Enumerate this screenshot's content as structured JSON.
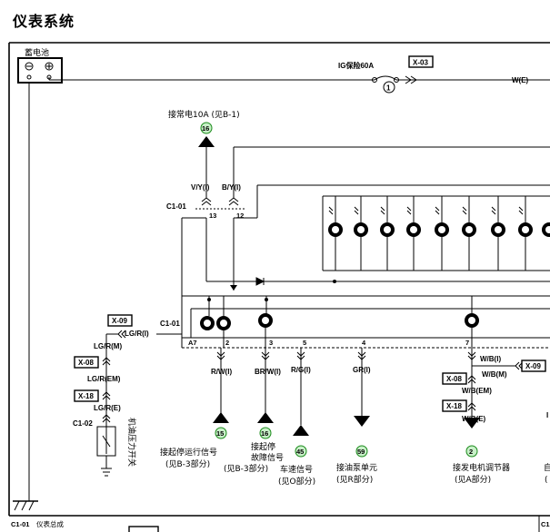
{
  "title": "仪表系统",
  "battery": "蓄电池",
  "fuse": "IG保险60A",
  "fuse_num": "1",
  "x03": "X-03",
  "w_e": "W(E)",
  "const_power": "接常电10A (见B-1)",
  "const_power_num": "16",
  "vy": "V/Y(I)",
  "by": "B/Y(I)",
  "c101": "C1-01",
  "pin13": "13",
  "pin12": "12",
  "pin_a7": "A7",
  "pin2": "2",
  "pin3": "3",
  "pin5": "5",
  "pin4": "4",
  "pin7": "7",
  "x09": "X-09",
  "x08": "X-08",
  "x18": "X-18",
  "lgr_i": "LG/R(I)",
  "lgr_m": "LG/R(M)",
  "lgr_em": "LG/R(EM)",
  "lgr_e": "LG/R(E)",
  "c102": "C1-02",
  "oil_switch": "机油压力开关",
  "rw": "R/W(I)",
  "brw": "BR/W(I)",
  "rg": "R/G(I)",
  "gr": "GR(I)",
  "wb_i": "W/B(I)",
  "wb_m": "W/B(M)",
  "wb_em": "W/B(EM)",
  "wb_e": "W/B(E)",
  "n15": "15",
  "n16b": "16",
  "n45": "45",
  "n59": "59",
  "n2": "2",
  "start_stop_run_1": "接起停运行信号",
  "start_stop_run_2": "(见B-3部分)",
  "start_stop_fault_1": "接起停",
  "start_stop_fault_2": "故障信号",
  "start_stop_fault_3": "(见B-3部分)",
  "speed_1": "车速信号",
  "speed_2": "(见O部分)",
  "fuel_1": "接油泵单元",
  "fuel_2": "(见R部分)",
  "gen_1": "接发电机调节器",
  "gen_2": "(见A部分)",
  "clip_zi": "自",
  "clip_paren": "(",
  "clip_i": "I",
  "footer_code": "C1-01",
  "footer_name": "仪表总成",
  "footer_clip": "C1",
  "colors": {
    "ink": "#000000",
    "badge_fill": "#c8f0c8",
    "badge_stroke": "#1a8a1a"
  }
}
